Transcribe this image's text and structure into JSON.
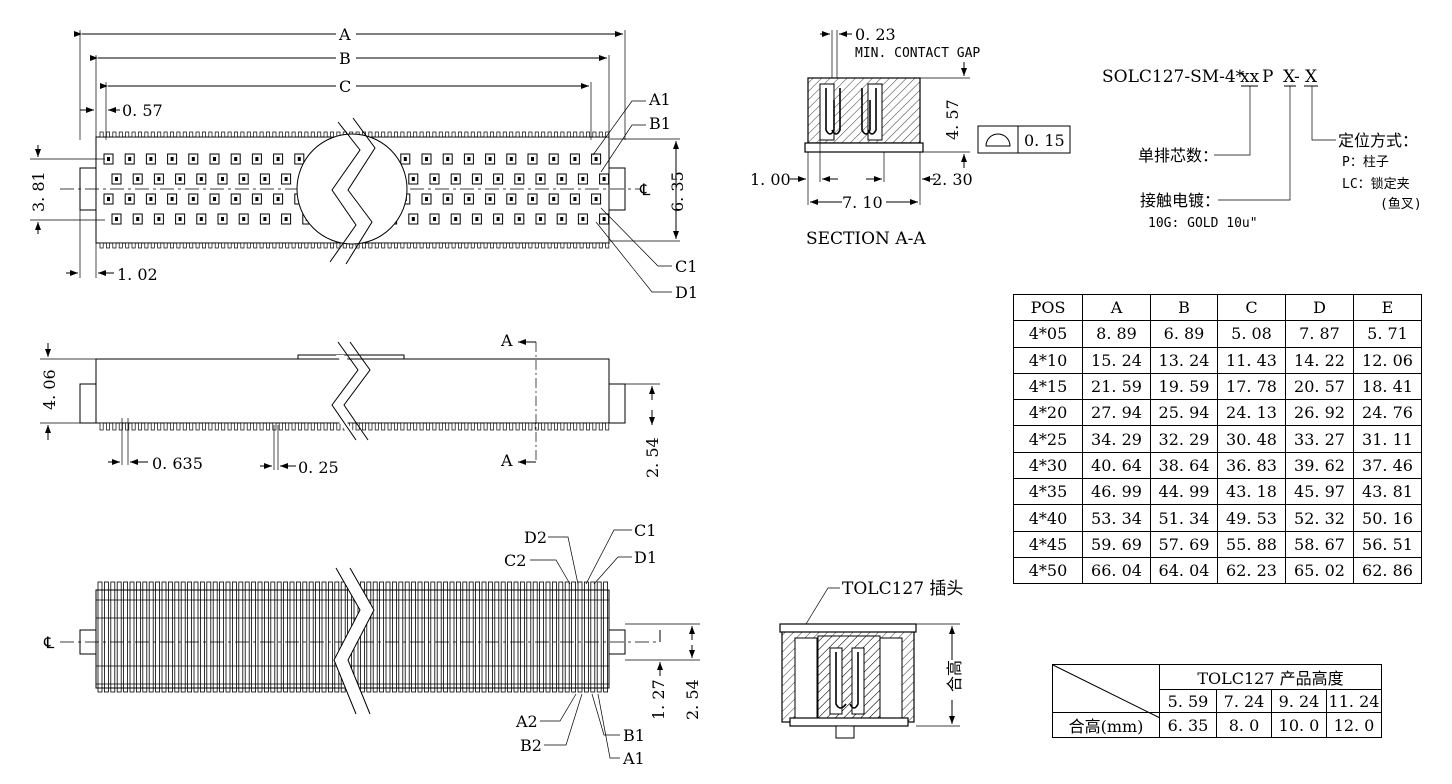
{
  "top_view": {
    "dims": {
      "A": "A",
      "B": "B",
      "C": "C",
      "d057": "0. 57",
      "d381": "3. 81",
      "d635": "6. 35",
      "d102": "1. 02"
    },
    "pins": {
      "A1": "A1",
      "B1": "B1",
      "C1": "C1",
      "D1": "D1"
    },
    "centerline": "℄"
  },
  "side_view": {
    "dims": {
      "d406": "4. 06",
      "d254": "2. 54",
      "d0635": "0. 635",
      "d025": "0. 25"
    },
    "section_marks": [
      "A",
      "A"
    ]
  },
  "bottom_view": {
    "pins_top": {
      "D2": "D2",
      "C1": "C1",
      "C2": "C2",
      "D1": "D1"
    },
    "pins_bottom": {
      "A2": "A2",
      "B1": "B1",
      "B2": "B2",
      "A1": "A1"
    },
    "dims": {
      "d127": "1. 27",
      "d254": "2. 54"
    },
    "centerline": "℄"
  },
  "section": {
    "gap_value": "0. 23",
    "gap_label": "MIN. CONTACT GAP",
    "height": "4. 57",
    "left": "1. 00",
    "right": "2. 30",
    "width": "7. 10",
    "flatness": "0. 15",
    "title": "SECTION A-A"
  },
  "mating": {
    "label": "TOLC127 插头",
    "height_label": "合高"
  },
  "part_number": {
    "code": "SOLC127-SM-4*",
    "xx": "xx",
    "p": "P",
    "x1": "X",
    "dash": "-",
    "x2": "X",
    "locate_title": "定位方式：",
    "locate_p": "P：柱子",
    "locate_lc": "LC：锁定夹",
    "locate_lc2": "(鱼叉)",
    "count_title": "单排芯数：",
    "plating_title": "接触电镀：",
    "plating_value": "10G: GOLD 10u\""
  },
  "dim_table": {
    "headers": [
      "POS",
      "A",
      "B",
      "C",
      "D",
      "E"
    ],
    "rows": [
      [
        "4*05",
        "8. 89",
        "6. 89",
        "5. 08",
        "7. 87",
        "5. 71"
      ],
      [
        "4*10",
        "15. 24",
        "13. 24",
        "11. 43",
        "14. 22",
        "12. 06"
      ],
      [
        "4*15",
        "21. 59",
        "19. 59",
        "17. 78",
        "20. 57",
        "18. 41"
      ],
      [
        "4*20",
        "27. 94",
        "25. 94",
        "24. 13",
        "26. 92",
        "24. 76"
      ],
      [
        "4*25",
        "34. 29",
        "32. 29",
        "30. 48",
        "33. 27",
        "31. 11"
      ],
      [
        "4*30",
        "40. 64",
        "38. 64",
        "36. 83",
        "39. 62",
        "37. 46"
      ],
      [
        "4*35",
        "46. 99",
        "44. 99",
        "43. 18",
        "45. 97",
        "43. 81"
      ],
      [
        "4*40",
        "53. 34",
        "51. 34",
        "49. 53",
        "52. 32",
        "50. 16"
      ],
      [
        "4*45",
        "59. 69",
        "57. 69",
        "55. 88",
        "58. 67",
        "56. 51"
      ],
      [
        "4*50",
        "66. 04",
        "64. 04",
        "62. 23",
        "65. 02",
        "62. 86"
      ]
    ]
  },
  "height_table": {
    "header": "TOLC127 产品高度",
    "plug_heights": [
      "5. 59",
      "7. 24",
      "9. 24",
      "11. 24"
    ],
    "row_label": "合高(mm)",
    "mated_heights": [
      "6. 35",
      "8. 0",
      "10. 0",
      "12. 0"
    ]
  }
}
